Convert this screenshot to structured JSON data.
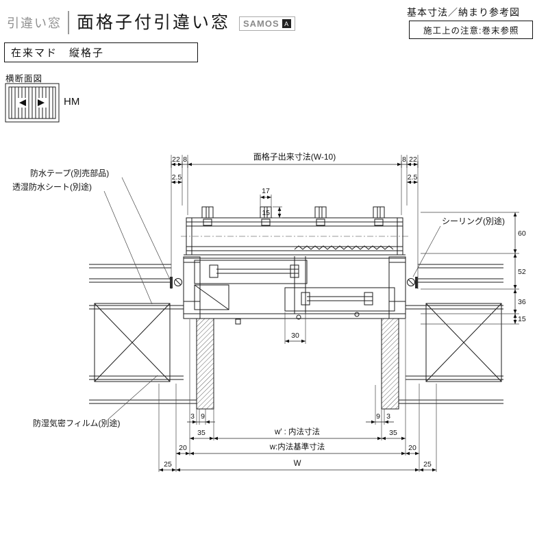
{
  "header": {
    "category": "引違い窓",
    "title": "面格子付引違い窓",
    "brand": "SAMOS",
    "brand_badge": "A",
    "ref_title": "基本寸法／納まり参考図",
    "construction_note": "施工上の注意:巻末参照",
    "subtype": "在来マド　縦格子"
  },
  "drawing": {
    "view_label": "横断面図",
    "icon_label": "HM",
    "labels": {
      "waterproof_tape": "防水テープ(別売部品)",
      "waterproof_sheet": "透湿防水シート(別途)",
      "sealing": "シーリング(別途)",
      "moisture_film": "防湿気密フィルム(別途)"
    },
    "dims": {
      "top_22_left": "22",
      "top_8_left": "8",
      "lattice_width": "面格子出来寸法(W-10)",
      "top_8_right": "8",
      "top_22_right": "22",
      "offset_left": "2.5",
      "offset_right": "2.5",
      "bar_width": "17",
      "bar_depth": "15",
      "depth_60": "60",
      "depth_52": "52",
      "depth_36": "36",
      "depth_15": "15",
      "meeting_30": "30",
      "bottom_3_left": "3",
      "bottom_9_left": "9",
      "bottom_9_right": "9",
      "bottom_3_right": "3",
      "inner_35_left": "35",
      "inner_width_label": "w′ : 内法寸法",
      "inner_35_right": "35",
      "std_20_left": "20",
      "std_width_label": "w:内法基準寸法",
      "std_20_right": "20",
      "overall_25_left": "25",
      "overall_width_label": "W",
      "overall_25_right": "25"
    }
  }
}
